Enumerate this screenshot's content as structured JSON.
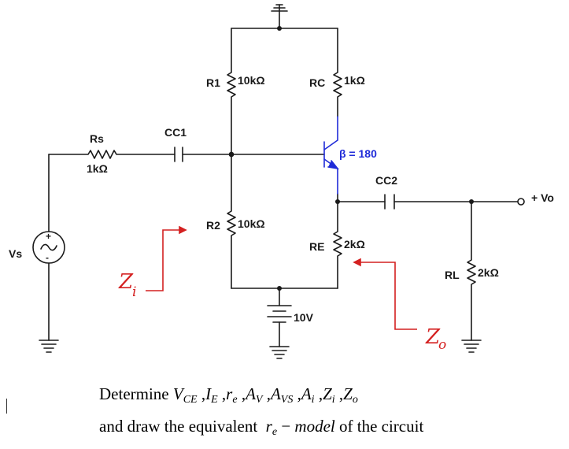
{
  "components": {
    "r1": {
      "name": "R1",
      "value": "10kΩ"
    },
    "rc": {
      "name": "RC",
      "value": "1kΩ"
    },
    "rs": {
      "name": "Rs",
      "value": "1kΩ"
    },
    "cc1": {
      "name": "CC1"
    },
    "beta": "β = 180",
    "cc2": {
      "name": "CC2"
    },
    "r2": {
      "name": "R2",
      "value": "10kΩ"
    },
    "re": {
      "name": "RE",
      "value": "2kΩ"
    },
    "rl": {
      "name": "RL",
      "value": "2kΩ"
    },
    "vs": {
      "name": "Vs"
    },
    "supply": {
      "value": "10V"
    },
    "output": {
      "label": "+ Vo"
    }
  },
  "annotations": {
    "zi": {
      "main": "Z",
      "sub": "i",
      "color": "#d42020"
    },
    "zo": {
      "main": "Z",
      "sub": "o",
      "color": "#d42020"
    }
  },
  "question": {
    "line1": {
      "prefix": "Determine",
      "terms": [
        {
          "main": "V",
          "sub": "CE"
        },
        {
          "main": "I",
          "sub": "E"
        },
        {
          "main": "r",
          "sub": "e"
        },
        {
          "main": "A",
          "sub": "V"
        },
        {
          "main": "A",
          "sub": "VS"
        },
        {
          "main": "A",
          "sub": "i"
        },
        {
          "main": "Z",
          "sub": "i"
        },
        {
          "main": "Z",
          "sub": "o"
        }
      ]
    },
    "line2": {
      "before": "and draw the equivalent",
      "model_main": "r",
      "model_sub": "e",
      "dash": "−",
      "model_word": "model",
      "after": "of the circuit"
    }
  },
  "colors": {
    "wire": "#1a1a1a",
    "transistor": "#1f2bd8",
    "annotation": "#d42020"
  }
}
